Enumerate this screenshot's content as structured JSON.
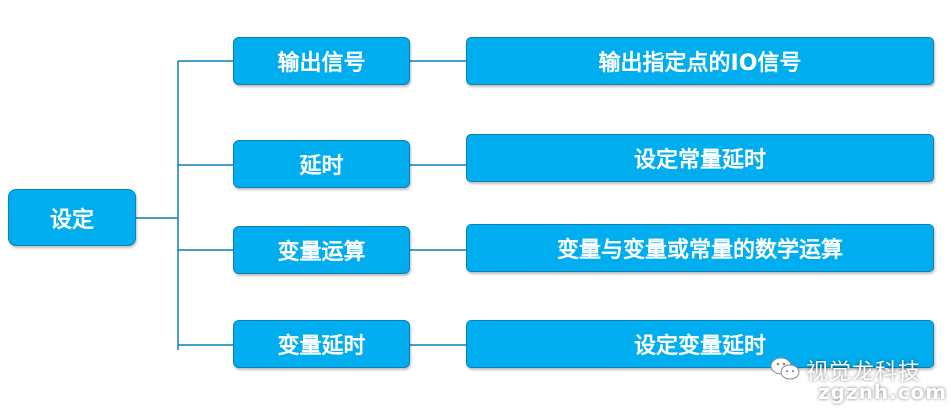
{
  "root": {
    "label": "设定"
  },
  "items": [
    {
      "label": "输出信号",
      "description": "输出指定点的IO信号"
    },
    {
      "label": "延时",
      "description": "设定常量延时"
    },
    {
      "label": "变量运算",
      "description": "变量与变量或常量的数学运算"
    },
    {
      "label": "变量延时",
      "description": "设定变量延时"
    }
  ],
  "watermark": {
    "name": "视觉龙科技",
    "url": "zgznh.com"
  },
  "colors": {
    "box_fill": "#00AEEF",
    "box_border": "#0A7FB8",
    "line": "#0A7FB8",
    "text": "#ffffff"
  }
}
